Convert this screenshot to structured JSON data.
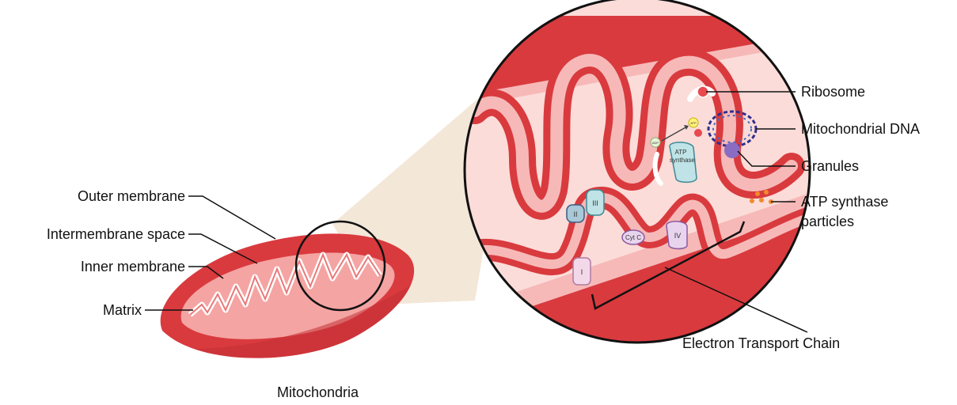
{
  "labels": {
    "outer_membrane": "Outer membrane",
    "intermembrane_space": "Intermembrane space",
    "inner_membrane": "Inner membrane",
    "matrix": "Matrix",
    "mitochondria": "Mitochondria",
    "ribosome": "Ribosome",
    "mitochondrial_dna": "Mitochondrial DNA",
    "granules": "Granules",
    "atp_synthase_particles_line1": "ATP synthase",
    "atp_synthase_particles_line2": "particles",
    "electron_transport_chain": "Electron Transport Chain"
  },
  "complexes": {
    "complex_1": "I",
    "complex_2": "II",
    "complex_3": "III",
    "complex_4": "IV",
    "cyt_c": "Cyt C",
    "atp_synthase_line1": "ATP",
    "atp_synthase_line2": "synthase",
    "adp": "ADP",
    "atp": "ATP"
  },
  "colors": {
    "outer_red": "#d93a3e",
    "light_pink": "#f6b9b8",
    "matrix_pink": "#fbdcd9",
    "cone_beige": "#f3e7d8",
    "complex_blue": "#a9c8d8",
    "complex_purple": "#e9d4ee",
    "dna_blue": "#2f2f8f",
    "granule_purple": "#8a6cc2",
    "particle_orange": "#f08a2a"
  }
}
